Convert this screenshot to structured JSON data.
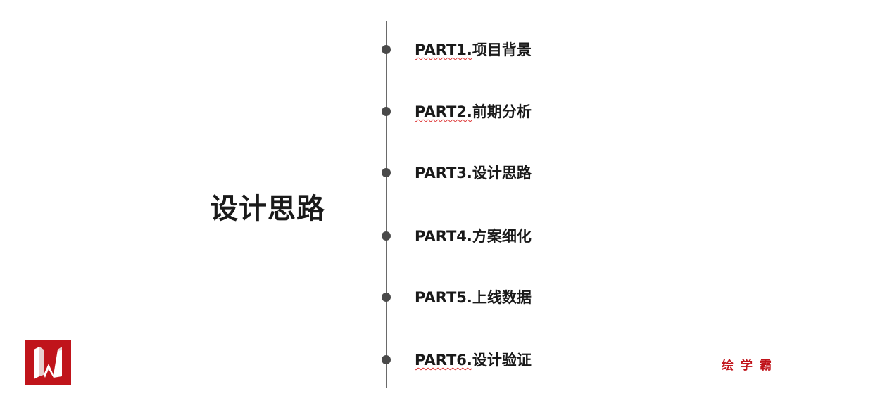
{
  "slide": {
    "title": "设计思路",
    "items": [
      {
        "part": "PART1.",
        "label": "项目背景"
      },
      {
        "part": "PART2.",
        "label": "前期分析"
      },
      {
        "part": "PART3.",
        "label": "设计思路"
      },
      {
        "part": "PART4.",
        "label": "方案细化"
      },
      {
        "part": "PART5.",
        "label": "上线数据"
      },
      {
        "part": "PART6.",
        "label": "设计验证"
      }
    ],
    "brand": "绘学霸",
    "logo_text": "W",
    "accent_color": "#c0141b"
  }
}
